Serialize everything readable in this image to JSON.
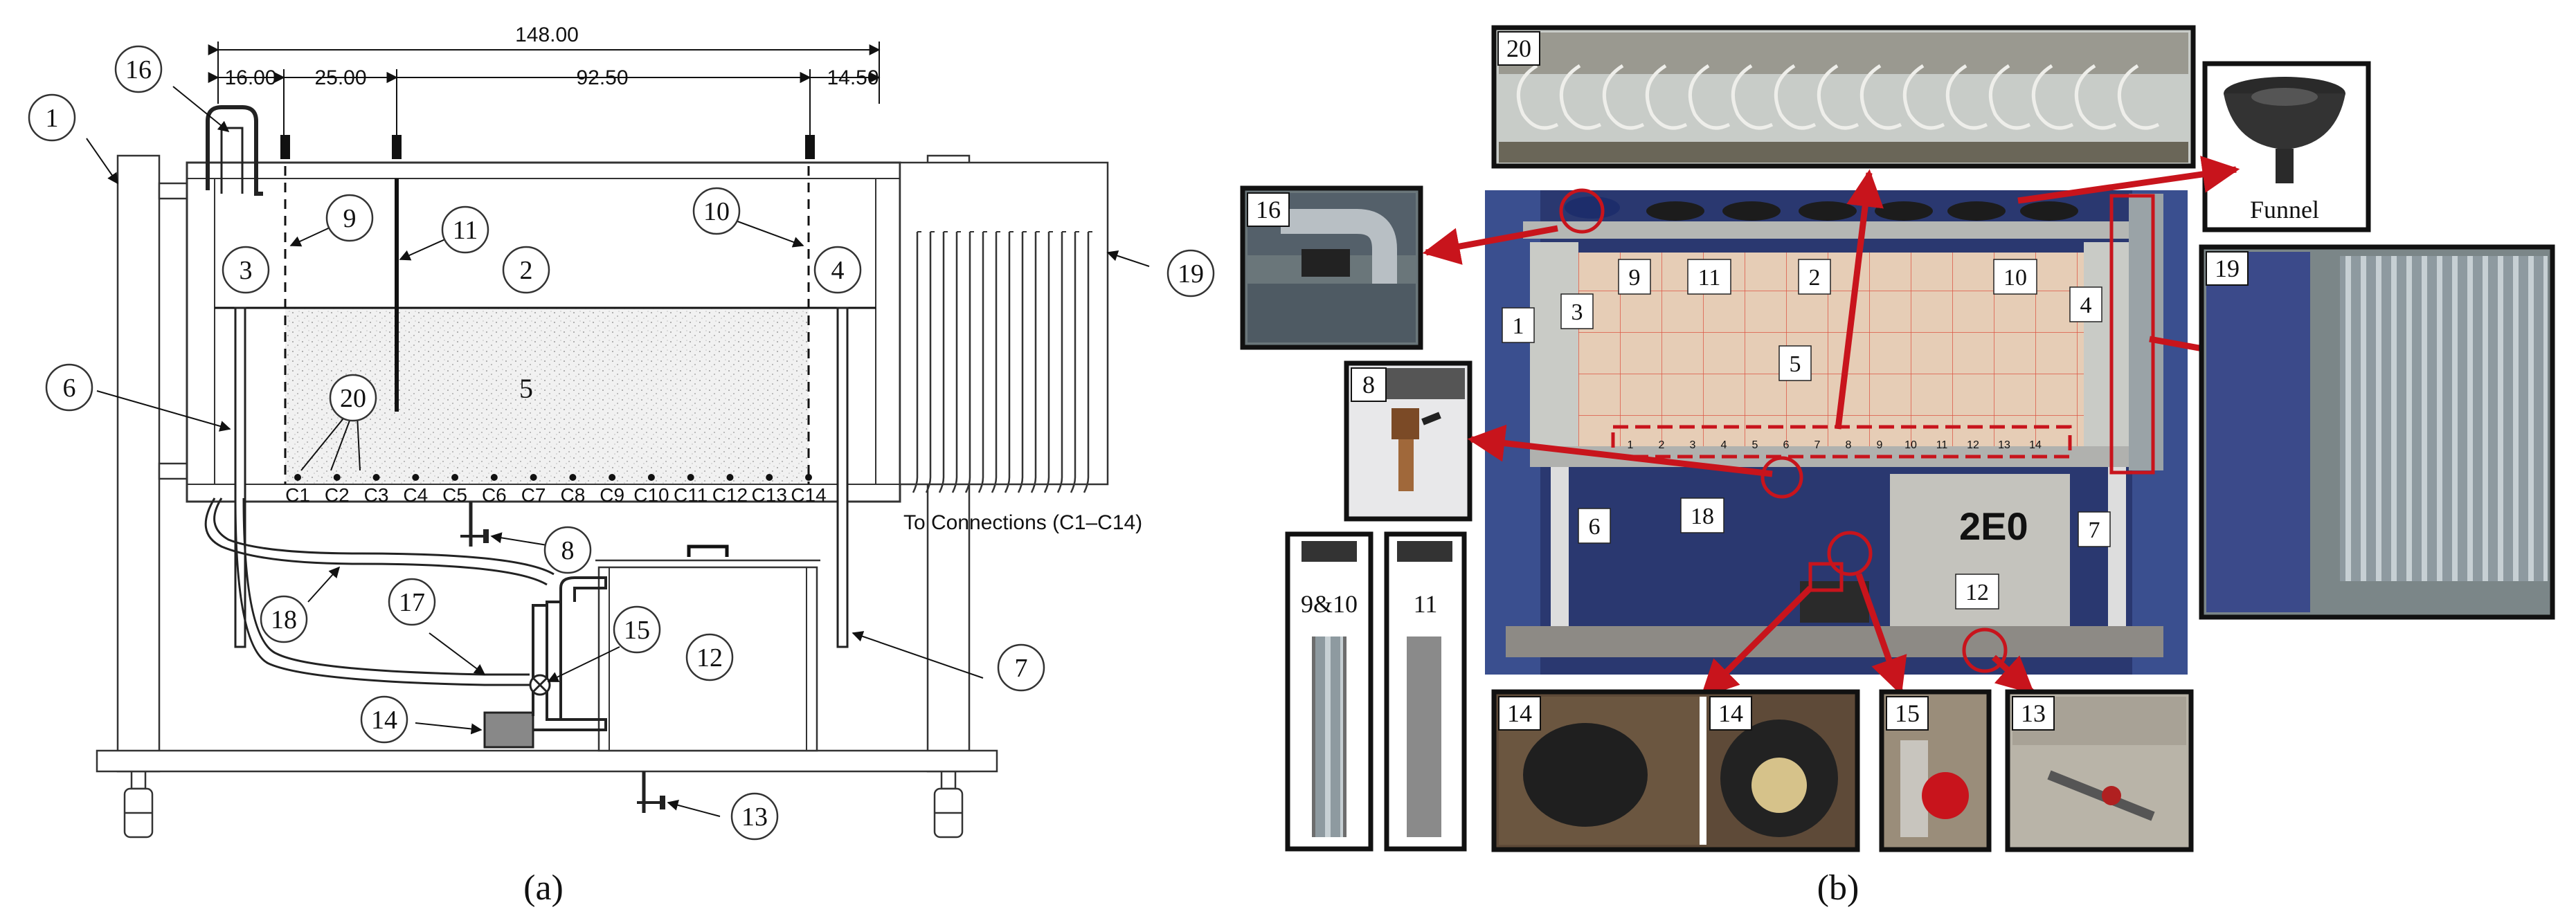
{
  "panel_a": {
    "caption": "(a)",
    "dims": {
      "total": "148.00",
      "d1": "16.00",
      "d2": "25.00",
      "d3": "92.50",
      "d4": "14.50"
    },
    "sand_label": "5",
    "connections_label": "To Connections (C1–C14)",
    "ports": [
      "C1",
      "C2",
      "C3",
      "C4",
      "C5",
      "C6",
      "C7",
      "C8",
      "C9",
      "C10",
      "C11",
      "C12",
      "C13",
      "C14"
    ],
    "callouts": {
      "c1": "1",
      "c2": "2",
      "c3": "3",
      "c4": "4",
      "c6": "6",
      "c7": "7",
      "c8": "8",
      "c9": "9",
      "c10": "10",
      "c11": "11",
      "c12": "12",
      "c13": "13",
      "c14": "14",
      "c15": "15",
      "c16": "16",
      "c17": "17",
      "c18": "18",
      "c19": "19",
      "c20": "20"
    }
  },
  "panel_b": {
    "caption": "(b)",
    "inset_labels": {
      "i20": "20",
      "funnel": "Funnel",
      "i16": "16",
      "i8": "8",
      "i19": "19",
      "i910": "9&10",
      "i11": "11",
      "i14a": "14",
      "i14b": "14",
      "i15": "15",
      "i13": "13"
    },
    "photo_labels": {
      "p1": "1",
      "p3": "3",
      "p9": "9",
      "p11": "11",
      "p2": "2",
      "p10": "10",
      "p4": "4",
      "p5": "5",
      "p6": "6",
      "p18": "18",
      "p7": "7",
      "p12": "12"
    },
    "brand": "2E0",
    "grid_numbers": [
      "1",
      "2",
      "3",
      "4",
      "5",
      "6",
      "7",
      "8",
      "9",
      "10",
      "11",
      "12",
      "13",
      "14"
    ]
  }
}
